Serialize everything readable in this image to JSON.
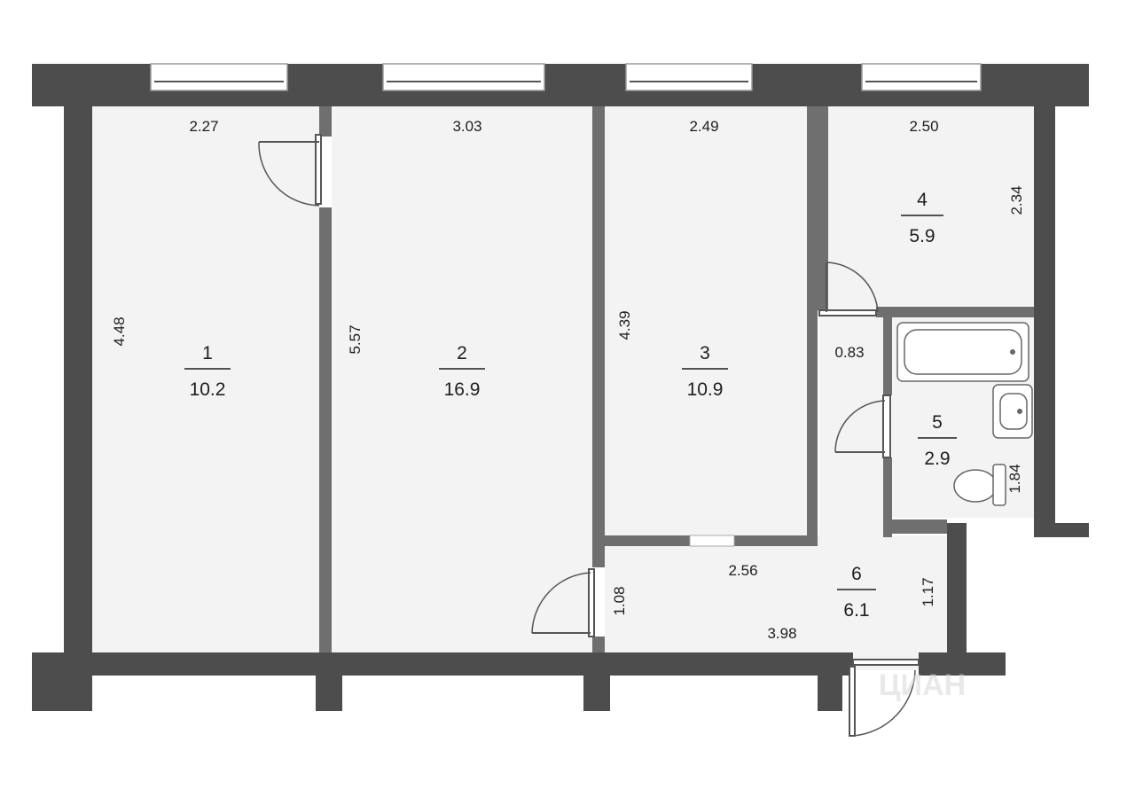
{
  "rooms": [
    {
      "number": "1",
      "area": "10.2"
    },
    {
      "number": "2",
      "area": "16.9"
    },
    {
      "number": "3",
      "area": "10.9"
    },
    {
      "number": "4",
      "area": "5.9"
    },
    {
      "number": "5",
      "area": "2.9"
    },
    {
      "number": "6",
      "area": "6.1"
    }
  ],
  "dimensions": {
    "r1_width": "2.27",
    "r1_length": "4.48",
    "r2_width": "3.03",
    "r2_length": "5.57",
    "r3_width": "2.49",
    "r3_length": "4.39",
    "r4_width": "2.50",
    "r4_length": "2.34",
    "corridor_width": "0.83",
    "bath_length": "1.84",
    "hall_top": "2.56",
    "hall_bottom": "3.98",
    "hall_left": "1.08",
    "hall_right": "1.17"
  },
  "watermark": "ЦИАН"
}
